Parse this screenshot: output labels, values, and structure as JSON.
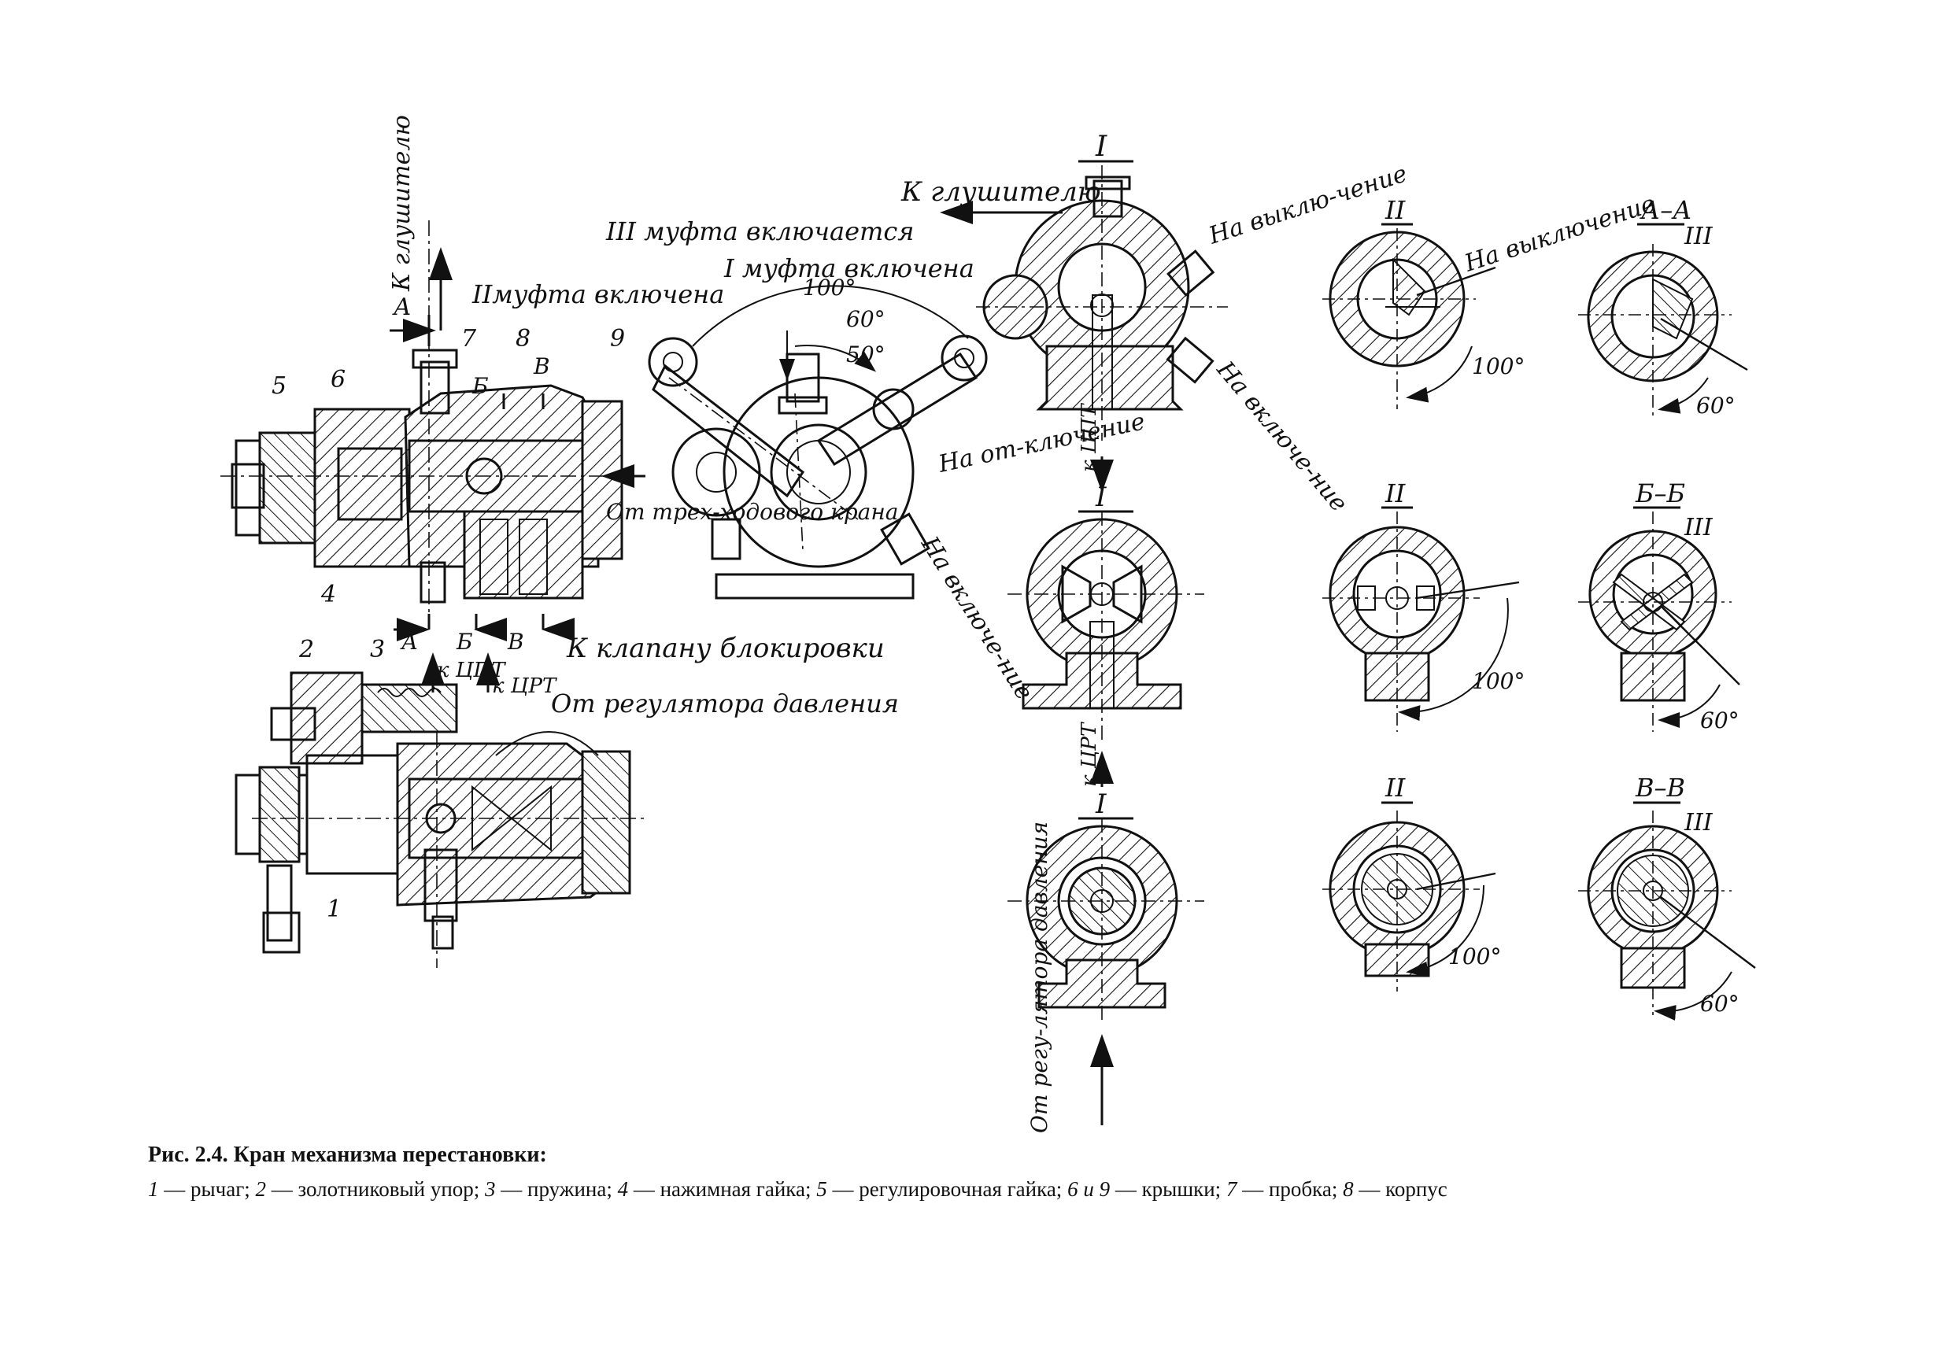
{
  "caption": {
    "title": "Рис. 2.4. Кран механизма перестановки:",
    "legend": [
      {
        "num": "1",
        "text": "рычаг"
      },
      {
        "num": "2",
        "text": "золотниковый упор"
      },
      {
        "num": "3",
        "text": "пружина"
      },
      {
        "num": "4",
        "text": "нажимная гайка"
      },
      {
        "num": "5",
        "text": "регулировочная гайка"
      },
      {
        "num": "6 и 9",
        "text": "крышки"
      },
      {
        "num": "7",
        "text": "пробка"
      },
      {
        "num": "8",
        "text": "корпус"
      }
    ]
  },
  "labels": {
    "k_glushitelyu_vert": "К глушителю",
    "k_glushitelyu_top": "К глушителю",
    "mufta3_vkl": "III муфта включается",
    "mufta1_vkl": "I муфта включена",
    "mufta2_vkl": "IIмуфта включена",
    "angle_100_top": "100°",
    "angle_60_top": "60°",
    "angle_50_top": "50°",
    "na_otklyuchenie": "На от-ключение",
    "na_vklyuchenie_mid": "На включе-ние",
    "na_vyklyuchenie_top": "На выклю-чение",
    "na_vklyuchenie_top": "На включе-ние",
    "na_vyklyuchenie_aa": "На выключение",
    "ot_trekhkhod": "От трех-ходового крана",
    "k_klapanu": "К клапану блокировки",
    "k_tsrt": "к ЦРТ",
    "k_tspt": "к ЦПТ",
    "ot_regulyatora": "От регулятора давления",
    "k_tspt_vert": "к ЦПТ",
    "k_tsrt_vert": "к ЦРТ",
    "ot_regulyatora_vert": "От регу-лятора давления",
    "sect_A": "А",
    "sect_B": "Б",
    "sect_V": "В",
    "roman_I": "I",
    "roman_II": "II",
    "roman_III": "III",
    "sect_AA": "А–А",
    "sect_BB": "Б–Б",
    "sect_VV": "В–В",
    "deg_100": "100°",
    "deg_60": "60°",
    "num_1": "1",
    "num_2": "2",
    "num_3": "3",
    "num_4": "4",
    "num_5": "5",
    "num_6": "6",
    "num_7": "7",
    "num_8": "8",
    "num_9": "9"
  }
}
